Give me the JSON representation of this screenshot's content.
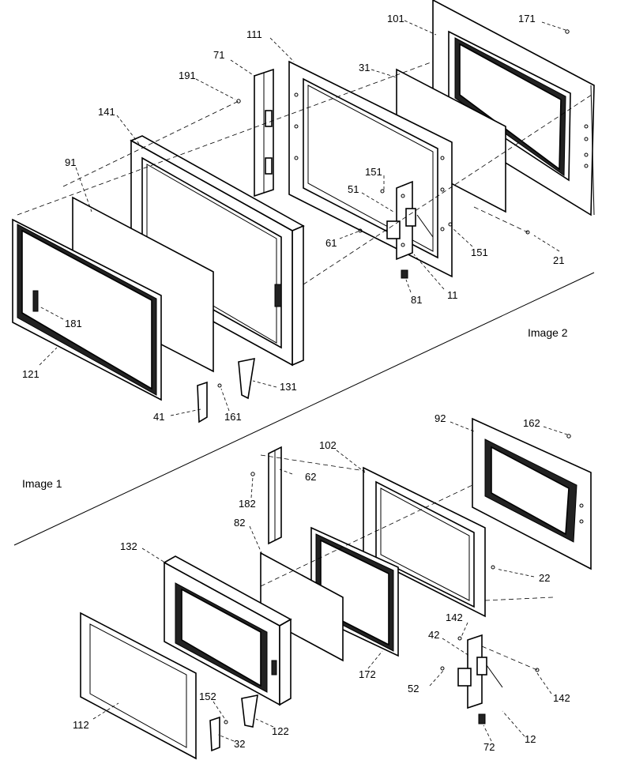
{
  "captions": {
    "image_2": "Image 2",
    "image_1": "Image 1"
  },
  "image_2": {
    "labels": [
      {
        "id": "101",
        "text": "101"
      },
      {
        "id": "171",
        "text": "171"
      },
      {
        "id": "111",
        "text": "111"
      },
      {
        "id": "71",
        "text": "71"
      },
      {
        "id": "31",
        "text": "31"
      },
      {
        "id": "191",
        "text": "191"
      },
      {
        "id": "141",
        "text": "141"
      },
      {
        "id": "91",
        "text": "91"
      },
      {
        "id": "151a",
        "text": "151"
      },
      {
        "id": "51",
        "text": "51"
      },
      {
        "id": "61",
        "text": "61"
      },
      {
        "id": "151b",
        "text": "151"
      },
      {
        "id": "21",
        "text": "21"
      },
      {
        "id": "81",
        "text": "81"
      },
      {
        "id": "11",
        "text": "11"
      },
      {
        "id": "181",
        "text": "181"
      },
      {
        "id": "121",
        "text": "121"
      },
      {
        "id": "131",
        "text": "131"
      },
      {
        "id": "41",
        "text": "41"
      },
      {
        "id": "161",
        "text": "161"
      }
    ]
  },
  "image_1": {
    "labels": [
      {
        "id": "92",
        "text": "92"
      },
      {
        "id": "162",
        "text": "162"
      },
      {
        "id": "102",
        "text": "102"
      },
      {
        "id": "62",
        "text": "62"
      },
      {
        "id": "182",
        "text": "182"
      },
      {
        "id": "82",
        "text": "82"
      },
      {
        "id": "132",
        "text": "132"
      },
      {
        "id": "22",
        "text": "22"
      },
      {
        "id": "142a",
        "text": "142"
      },
      {
        "id": "42",
        "text": "42"
      },
      {
        "id": "172",
        "text": "172"
      },
      {
        "id": "52",
        "text": "52"
      },
      {
        "id": "142b",
        "text": "142"
      },
      {
        "id": "152",
        "text": "152"
      },
      {
        "id": "112",
        "text": "112"
      },
      {
        "id": "122",
        "text": "122"
      },
      {
        "id": "32",
        "text": "32"
      },
      {
        "id": "72",
        "text": "72"
      },
      {
        "id": "12",
        "text": "12"
      }
    ]
  }
}
